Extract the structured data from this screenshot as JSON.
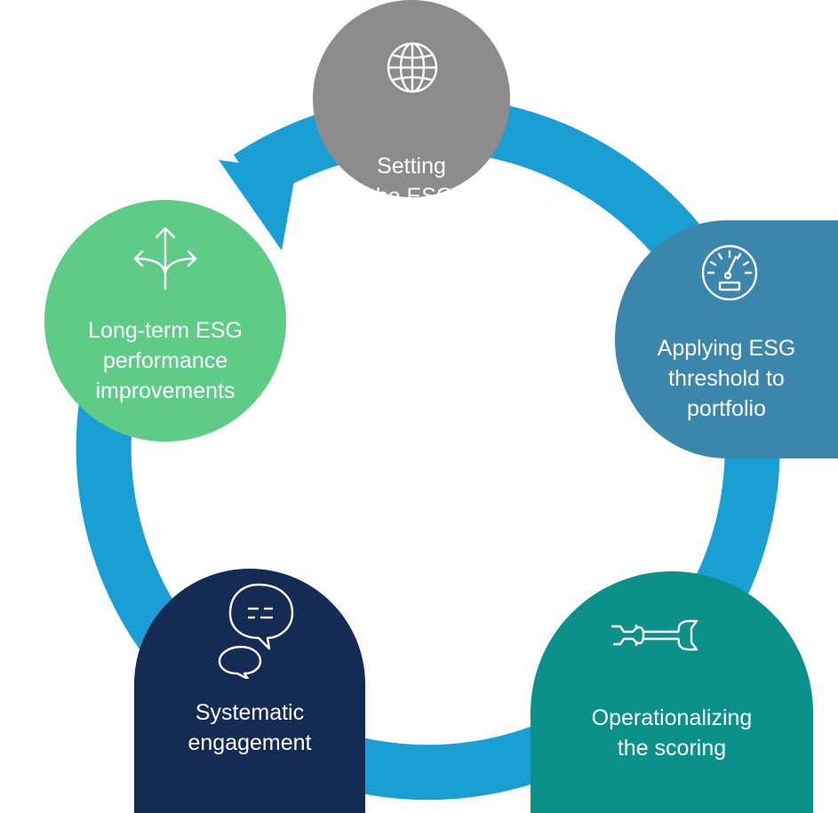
{
  "diagram": {
    "nodes": [
      {
        "id": "node-1",
        "label": "Setting\nthe ESG\nthreshold",
        "icon": "globe-icon",
        "color": "#8c8c8c"
      },
      {
        "id": "node-2",
        "label": "Applying ESG\nthreshold to\nportfolio",
        "icon": "speedometer-icon",
        "color": "#3a86ad"
      },
      {
        "id": "node-3",
        "label": "Operationalizing\nthe scoring",
        "icon": "wrench-icon",
        "color": "#0b918a"
      },
      {
        "id": "node-4",
        "label": "Systematic\nengagement",
        "icon": "speech-bubbles-icon",
        "color": "#142b54"
      },
      {
        "id": "node-5",
        "label": "Long-term ESG\nperformance\nimprovements",
        "icon": "split-arrows-icon",
        "color": "#5ecc86"
      }
    ],
    "cycle_arrow_color": "#199fd4"
  }
}
